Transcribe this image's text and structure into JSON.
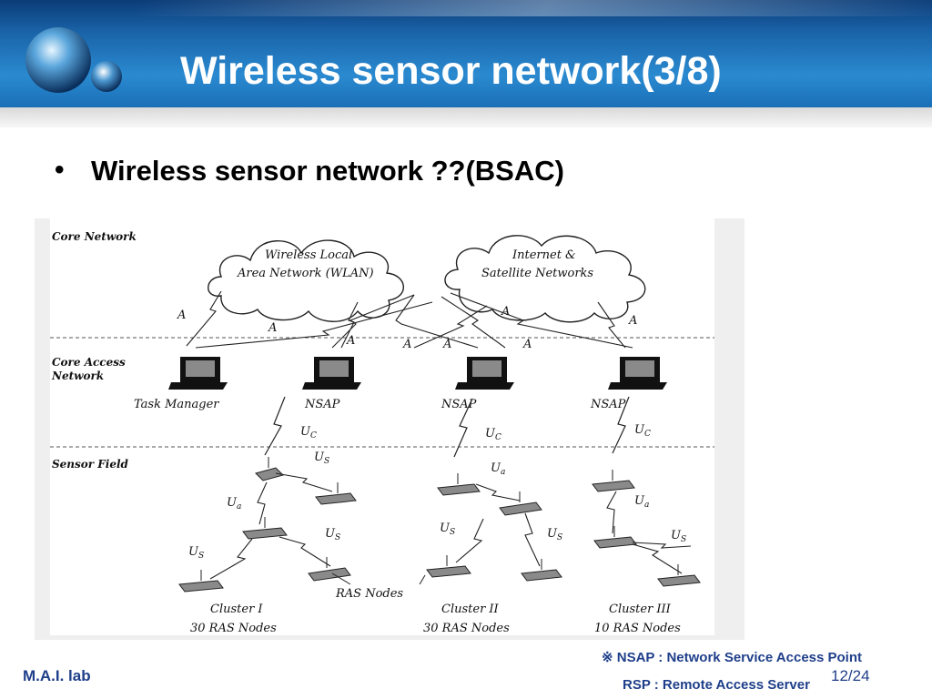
{
  "slide": {
    "title": "Wireless sensor network(3/8)",
    "bullet": "Wireless sensor network ??(BSAC)",
    "footer_lab": "M.A.I. lab",
    "page": "12/24",
    "note_line1": "※ NSAP : Network Service Access Point",
    "note_line2": "RSP : Remote Access Server"
  },
  "diagram": {
    "layers": [
      "Core Network",
      "Core Access",
      "Network",
      "Sensor Field"
    ],
    "clouds": [
      {
        "line1": "Wireless Local",
        "line2": "Area Network (WLAN)"
      },
      {
        "line1": "Internet &",
        "line2": "Satellite Networks"
      }
    ],
    "computers": [
      "Task Manager",
      "NSAP",
      "NSAP",
      "NSAP"
    ],
    "link_labels": {
      "A": "A",
      "Uc": "U",
      "Uc_sub": "C",
      "Us": "U",
      "Us_sub": "S",
      "Ua": "U",
      "Ua_sub": "a"
    },
    "ras_nodes": "RAS Nodes",
    "clusters": [
      {
        "name": "Cluster I",
        "nodes": "30 RAS Nodes"
      },
      {
        "name": "Cluster II",
        "nodes": "30 RAS Nodes"
      },
      {
        "name": "Cluster III",
        "nodes": "10 RAS Nodes"
      }
    ]
  }
}
